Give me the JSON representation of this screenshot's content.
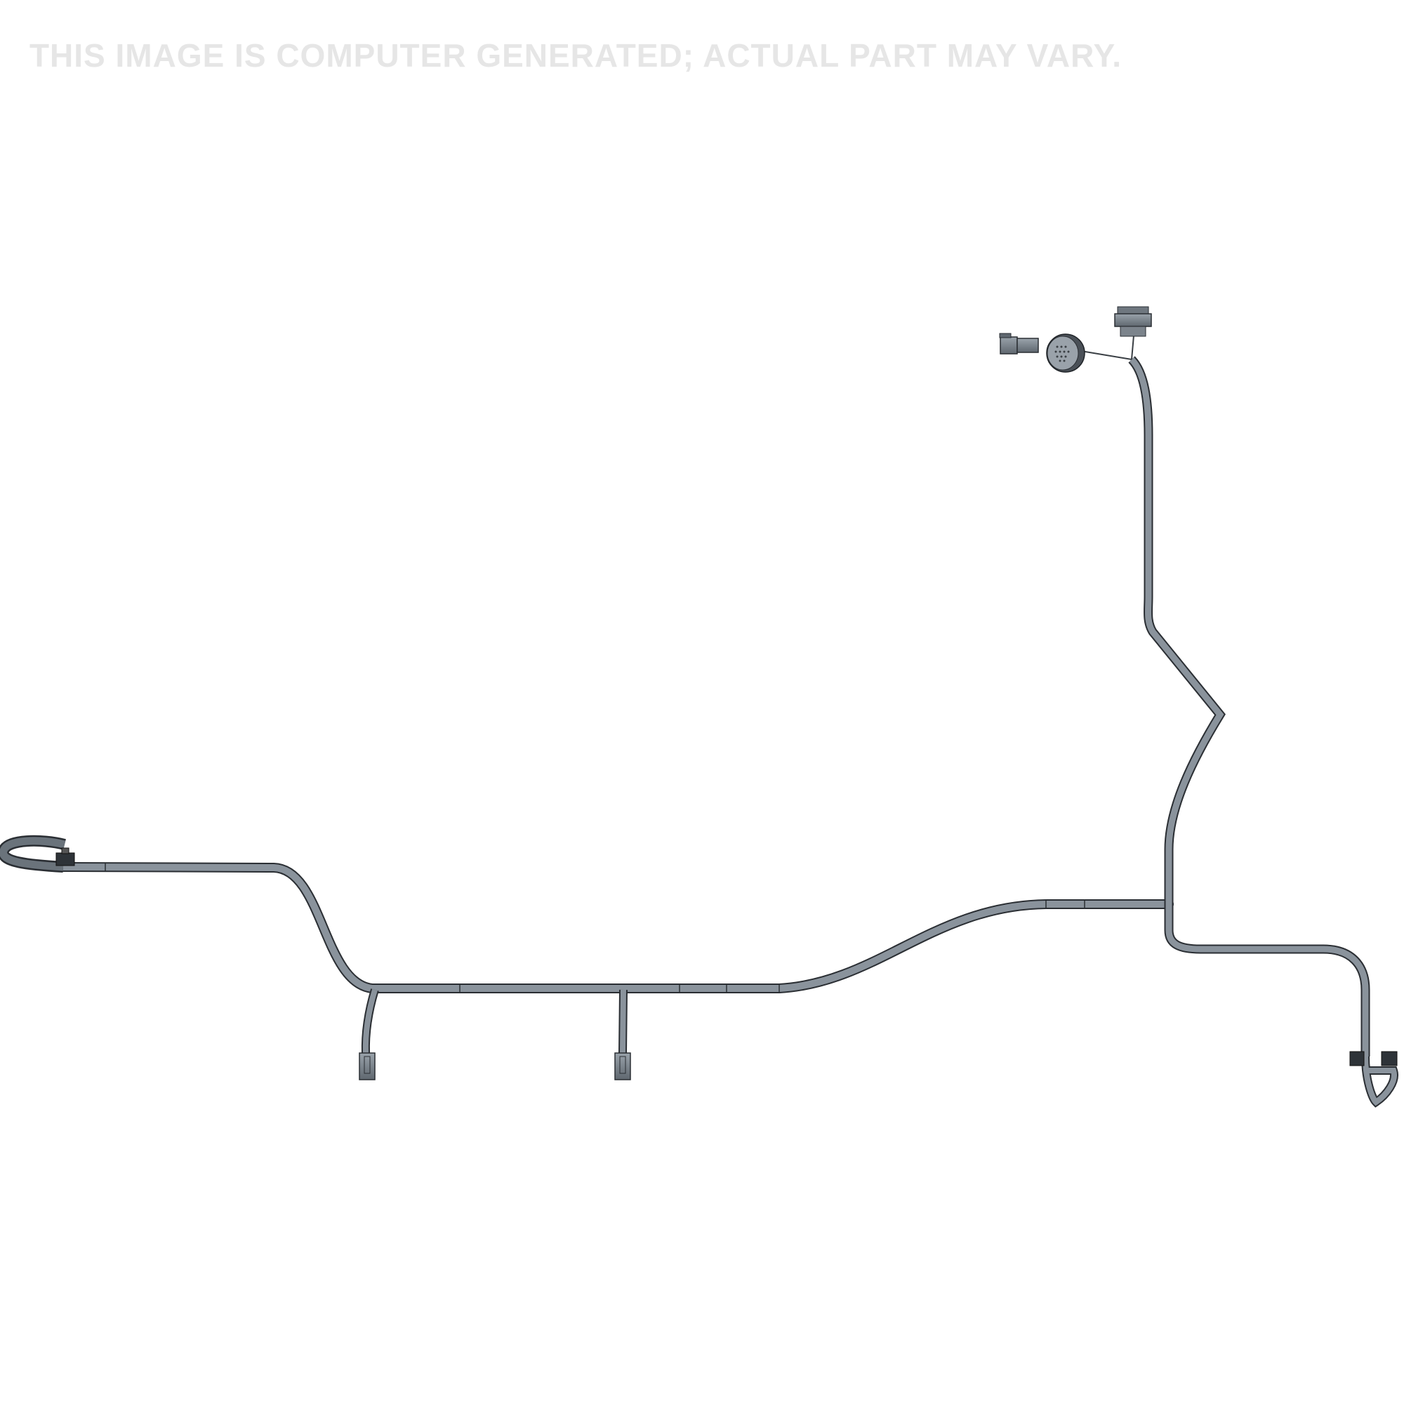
{
  "disclaimer": {
    "text": "THIS IMAGE IS COMPUTER GENERATED; ACTUAL PART MAY VARY."
  },
  "harness": {
    "description": "Wiring harness CAD render",
    "colors": {
      "cable": "#8a939c",
      "cable_outline": "#2a2e33",
      "connector": "#7f8890",
      "background": "#ffffff",
      "disclaimer_text": "#e6e6e6"
    },
    "components": [
      {
        "name": "round-connector-top",
        "type": "round connector"
      },
      {
        "name": "circular-multipin-connector",
        "type": "circular connector"
      },
      {
        "name": "rectangular-connector-top-left",
        "type": "rectangular connector"
      },
      {
        "name": "loop-connector-left",
        "type": "clip connector"
      },
      {
        "name": "drop-connector-1",
        "type": "rectangular connector"
      },
      {
        "name": "drop-connector-2",
        "type": "rectangular connector"
      },
      {
        "name": "dual-connector-right",
        "type": "dual connector"
      }
    ]
  }
}
